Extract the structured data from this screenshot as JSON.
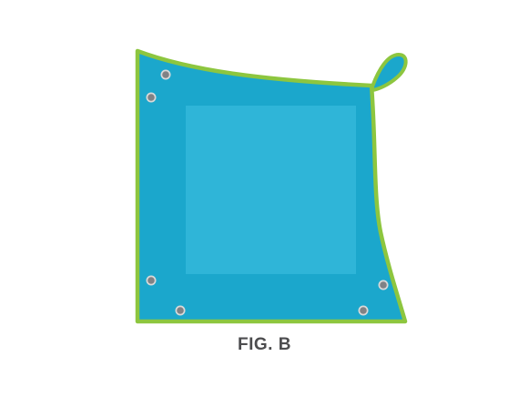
{
  "figure": {
    "caption": "FIG. B",
    "colors": {
      "cover": "#1ba7cc",
      "inner_panel": "#2fb5d8",
      "border": "#8dc63f",
      "grommet": "#808285",
      "grommet_ring": "#d9d9d9",
      "caption": "#4d4d4f"
    },
    "parts": {
      "cover": "pool-cover-sheet",
      "loop": "tie-down-loop",
      "grommets": [
        "grommet",
        "grommet",
        "grommet",
        "grommet",
        "grommet",
        "grommet"
      ]
    }
  }
}
